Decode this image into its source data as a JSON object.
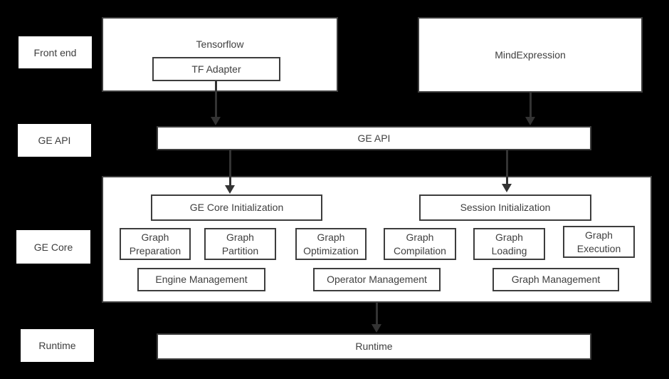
{
  "colors": {
    "background": "#000000",
    "box_fill": "#ffffff",
    "border": "#3d3d3d",
    "text": "#3f3f3f",
    "arrow": "#333333"
  },
  "layer_labels": [
    {
      "label": "Front end"
    },
    {
      "label": "GE API"
    },
    {
      "label": "GE Core"
    },
    {
      "label": "Runtime"
    }
  ],
  "front_end": {
    "tensorflow_label": "Tensorflow",
    "tf_adapter_label": "TF Adapter",
    "mindexpression_label": "MindExpression"
  },
  "ge_api": {
    "bar_label": "GE API"
  },
  "ge_core": {
    "init_boxes": [
      {
        "label": "GE Core Initialization"
      },
      {
        "label": "Session Initialization"
      }
    ],
    "graph_boxes": [
      {
        "line1": "Graph",
        "line2": "Preparation"
      },
      {
        "line1": "Graph",
        "line2": "Partition"
      },
      {
        "line1": "Graph",
        "line2": "Optimization"
      },
      {
        "line1": "Graph",
        "line2": "Compilation"
      },
      {
        "line1": "Graph",
        "line2": "Loading"
      },
      {
        "line1": "Graph",
        "line2": "Execution"
      }
    ],
    "management_boxes": [
      {
        "label": "Engine Management"
      },
      {
        "label": "Operator Management"
      },
      {
        "label": "Graph Management"
      }
    ]
  },
  "runtime": {
    "bar_label": "Runtime"
  }
}
